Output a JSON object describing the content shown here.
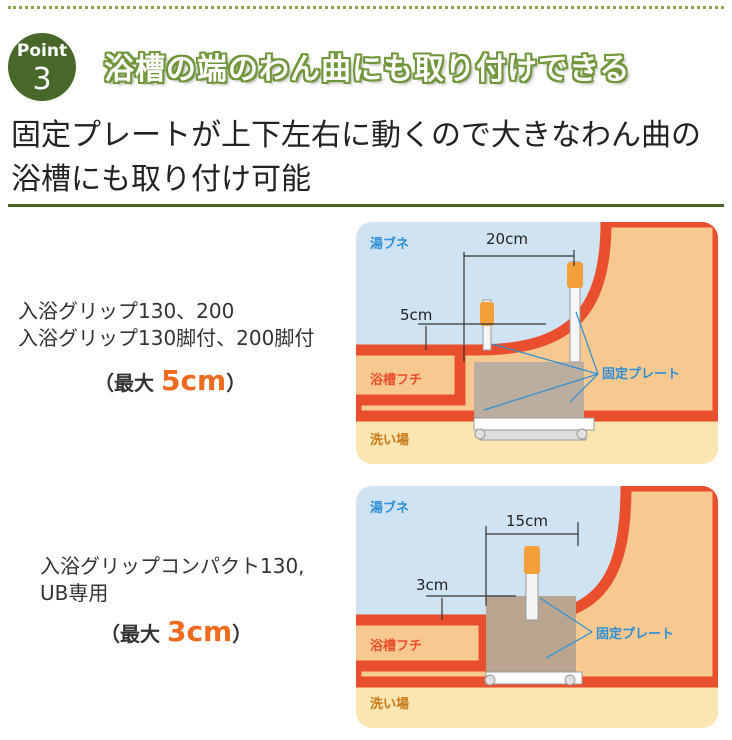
{
  "header": {
    "point_word": "Point",
    "point_number": "3",
    "title": "浴槽の端のわん曲にも取り付けできる"
  },
  "subheading": {
    "line1": "固定プレートが上下左右に動くので大きなわん曲の",
    "line2": "浴槽にも取り付け可能"
  },
  "sections": [
    {
      "products_line1": "入浴グリップ130、200",
      "products_line2": "入浴グリップ130脚付、200脚付",
      "max_prefix": "（",
      "max_label": "最大",
      "max_value": "5cm",
      "max_suffix": "）",
      "diagram": {
        "label_tub": "湯ブネ",
        "label_rim": "浴槽フチ",
        "label_floor": "洗い場",
        "label_plate": "固定プレート",
        "width_value": "20cm",
        "height_value": "5cm"
      }
    },
    {
      "products_line1": "入浴グリップコンパクト130,",
      "products_line2": "UB専用",
      "max_prefix": "（",
      "max_label": "最大",
      "max_value": "3cm",
      "max_suffix": "）",
      "diagram": {
        "label_tub": "湯ブネ",
        "label_rim": "浴槽フチ",
        "label_floor": "洗い場",
        "label_plate": "固定プレート",
        "width_value": "15cm",
        "height_value": "3cm"
      }
    }
  ],
  "colors": {
    "brand_green": "#48682a",
    "title_green": "#6f9638",
    "accent_orange": "#ee6a1e",
    "water_blue": "#cfe3f3",
    "tub_red": "#e94f2c",
    "tub_fill": "#f7c890",
    "floor_beige": "#fbe5b0",
    "label_blue": "#2c8fd6"
  }
}
